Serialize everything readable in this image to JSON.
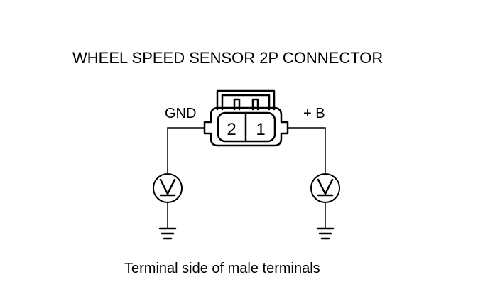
{
  "title": "WHEEL SPEED SENSOR 2P CONNECTOR",
  "connector": {
    "pins": [
      {
        "number": "2",
        "label": "GND"
      },
      {
        "number": "1",
        "label": "+ B"
      }
    ]
  },
  "caption": "Terminal side of male terminals",
  "colors": {
    "line": "#000000",
    "background": "#ffffff"
  },
  "icons": [
    "voltmeter-icon",
    "ground-icon",
    "connector-icon"
  ]
}
